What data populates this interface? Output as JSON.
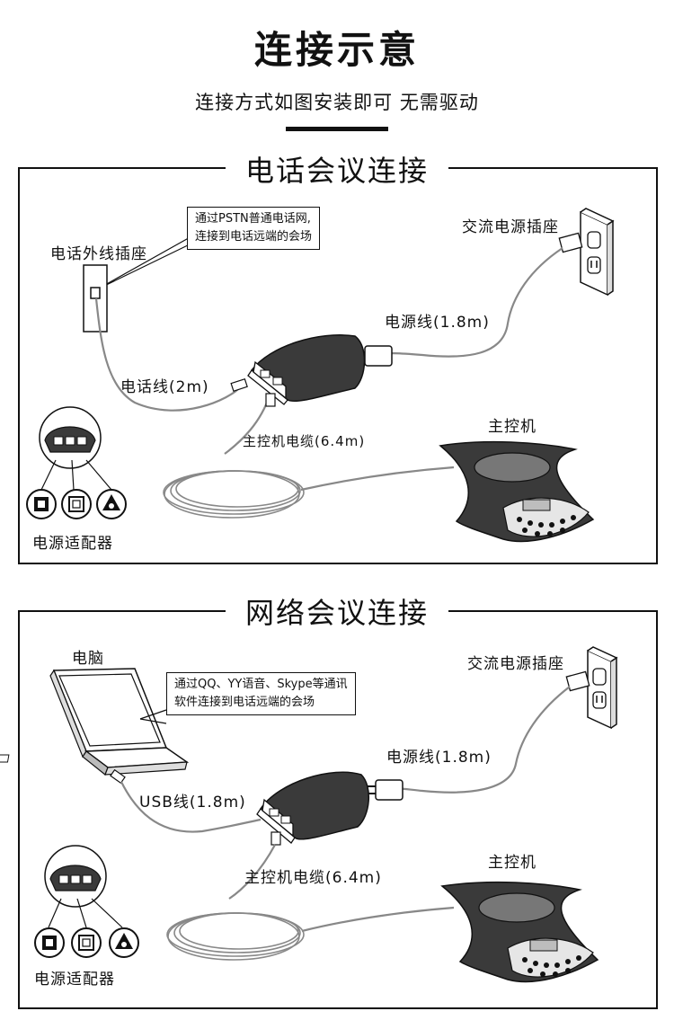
{
  "header": {
    "title": "连接示意",
    "subtitle": "连接方式如图安装即可 无需驱动"
  },
  "phone_section": {
    "title": "电话会议连接",
    "callout_line1": "通过PSTN普通电话网,",
    "callout_line2": "连接到电话远端的会场",
    "phone_jack_label": "电话外线插座",
    "ac_outlet_label": "交流电源插座",
    "power_cable_label": "电源线(1.8m)",
    "phone_cable_label": "电话线(2m)",
    "main_cable_label": "主控机电缆(6.4m)",
    "main_unit_label": "主控机",
    "adapter_label": "电源适配器"
  },
  "network_section": {
    "title": "网络会议连接",
    "computer_label": "电脑",
    "callout_line1": "通过QQ、YY语音、Skype等通讯",
    "callout_line2": "软件连接到电话远端的会场",
    "ac_outlet_label": "交流电源插座",
    "power_cable_label": "电源线(1.8m)",
    "usb_cable_label": "USB线(1.8m)",
    "main_cable_label": "主控机电缆(6.4m)",
    "main_unit_label": "主控机",
    "adapter_label": "电源适配器"
  },
  "colors": {
    "ink": "#111111",
    "cable": "#888888",
    "unit_dark": "#3a3a3a",
    "screen": "#bdbdbd"
  }
}
